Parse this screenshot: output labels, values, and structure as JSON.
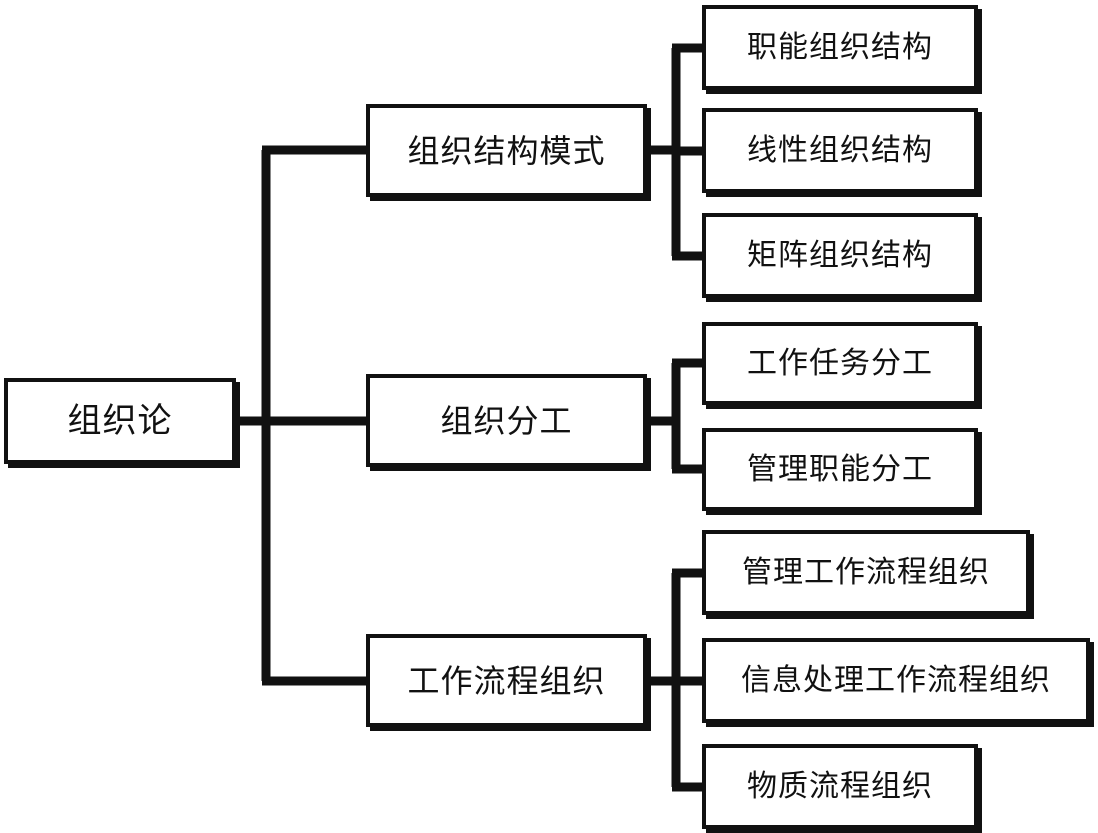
{
  "diagram": {
    "type": "tree-hierarchy-chart",
    "orientation": "left-to-right",
    "colors": {
      "stroke": "#111111",
      "box_fill": "#ffffff",
      "background": "#ffffff"
    },
    "root": {
      "label": "组织论"
    },
    "branches": [
      {
        "label": "组织结构模式",
        "children": [
          {
            "label": "职能组织结构"
          },
          {
            "label": "线性组织结构"
          },
          {
            "label": "矩阵组织结构"
          }
        ]
      },
      {
        "label": "组织分工",
        "children": [
          {
            "label": "工作任务分工"
          },
          {
            "label": "管理职能分工"
          }
        ]
      },
      {
        "label": "工作流程组织",
        "children": [
          {
            "label": "管理工作流程组织"
          },
          {
            "label": "信息处理工作流程组织"
          },
          {
            "label": "物质流程组织"
          }
        ]
      }
    ]
  }
}
